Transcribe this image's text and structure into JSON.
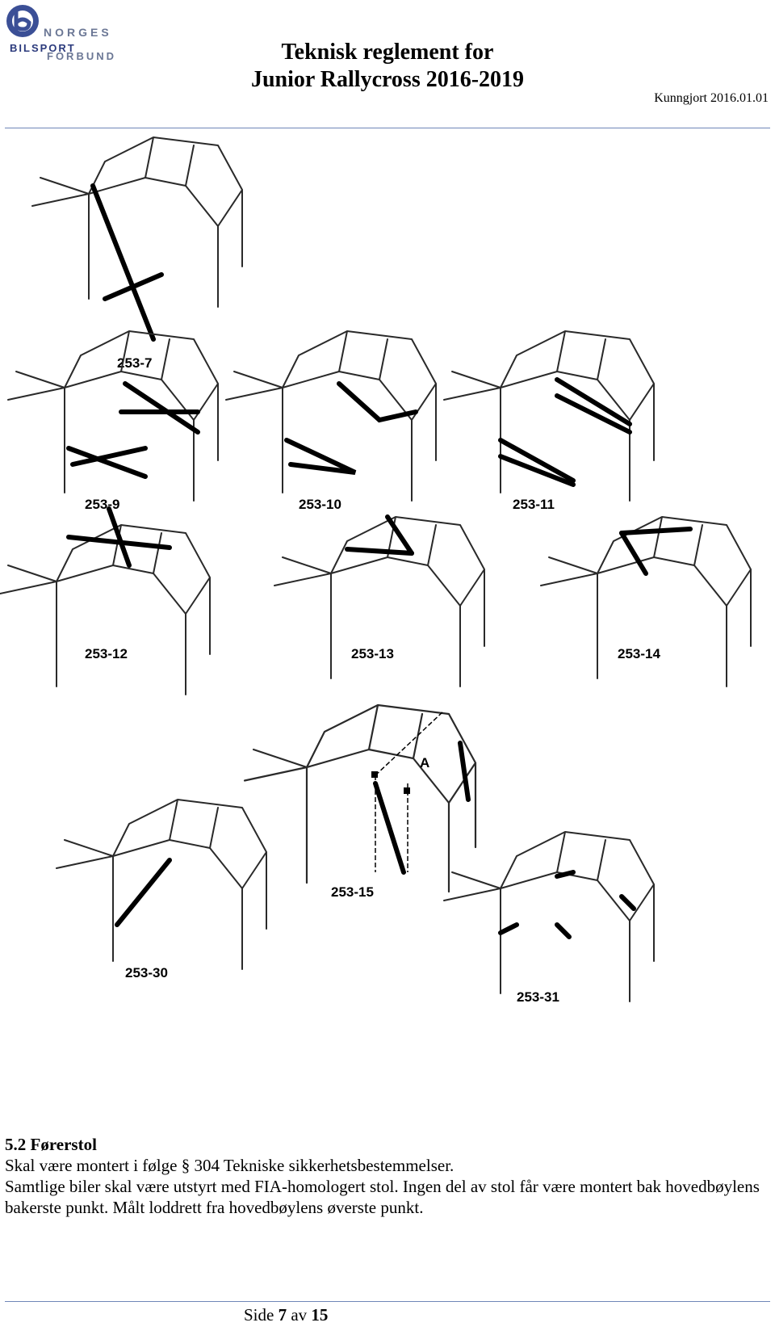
{
  "header": {
    "logo_line1": "NORGES",
    "logo_line2": "BILSPORT",
    "logo_line3": "FORBUND",
    "title_line1": "Teknisk reglement for",
    "title_line2": "Junior Rallycross 2016-2019",
    "date": "Kunngjort 2016.01.01"
  },
  "figures": [
    {
      "label": "253-7"
    },
    {
      "label": "253-9"
    },
    {
      "label": "253-10"
    },
    {
      "label": "253-11"
    },
    {
      "label": "253-12"
    },
    {
      "label": "253-13"
    },
    {
      "label": "253-14"
    },
    {
      "label": "253-15",
      "marker": "A"
    },
    {
      "label": "253-30"
    },
    {
      "label": "253-31"
    }
  ],
  "section": {
    "heading": "5.2 Førerstol",
    "line1": "Skal være montert i følge § 304 Tekniske sikkerhetsbestemmelser.",
    "line2": "Samtlige biler skal være utstyrt med FIA-homologert stol. Ingen del av stol får være montert bak hovedbøylens bakerste punkt. Målt loddrett fra hovedbøylens øverste punkt."
  },
  "footer": {
    "prefix": "Side",
    "page": "7",
    "sep": "av",
    "total": "15"
  }
}
